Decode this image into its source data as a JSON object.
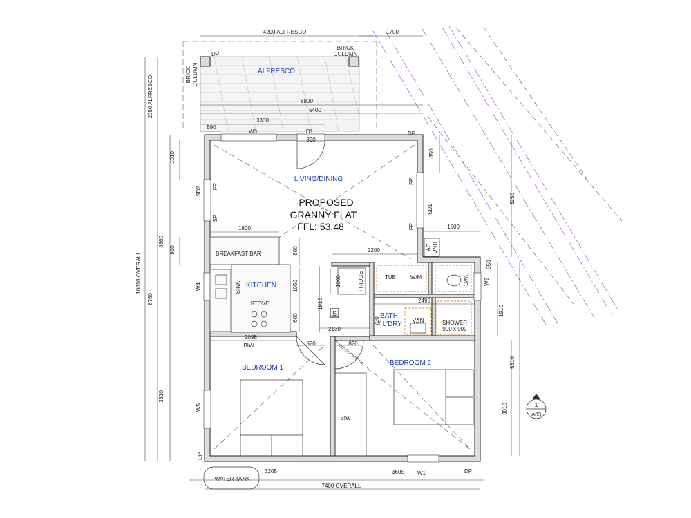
{
  "plan_title": [
    "PROPOSED",
    "GRANNY FLAT",
    "FFL: 53.48"
  ],
  "rooms": {
    "alfresco": "ALFRESCO",
    "living_dining": "LIVING/DINING",
    "kitchen": "KITCHEN",
    "bedroom1": "BEDROOM 1",
    "bedroom2": "BEDROOM 2",
    "bath_line1": "BATH",
    "bath_line2": "/ L'DRY"
  },
  "labels": {
    "brick_column_left": [
      "BRICK",
      "COLUMN"
    ],
    "brick_column_top": [
      "BRICK",
      "COLUMN"
    ],
    "dp": "DP",
    "fp": "FP",
    "sp": "SP",
    "breakfast_bar": "BREAKFAST BAR",
    "sink": "SINK",
    "stove": "STOVE",
    "fridge": "FRIDGE",
    "tub": "TUB",
    "wm": "W/M",
    "wc": "W/C",
    "van": "VΔN",
    "shower": "SHOWER",
    "shower_size": "900 x 900",
    "biw": "BIW",
    "ac_unit": [
      "AC",
      "UNIT"
    ],
    "water_tank": "WATER TANK",
    "s_symbol": "S",
    "section_number": "1",
    "section_sheet": "A03"
  },
  "windows_doors": {
    "w1": "W1",
    "w2": "W2",
    "w3": "W3",
    "w4": "W4",
    "w5": "W5",
    "d1": "D1",
    "sd1": "SD1",
    "sd2": "SD2"
  },
  "dimensions": {
    "d4200": "4200 ALFRESCO",
    "d1700": "1700",
    "d5900": "5900",
    "d5400": "5400",
    "d3300": "3300",
    "d590": "590",
    "d820a": "820",
    "d820b": "820",
    "d820c": "820",
    "d850": "850",
    "d3250": "3250",
    "d1500": "1500",
    "d350": "350",
    "d1800": "1800",
    "d2200": "2200",
    "d800": "800",
    "d1000": "1000",
    "d1050": "1050",
    "d1910a": "1910",
    "d600": "600",
    "d2495": "2495",
    "d720": "720",
    "d2130": "2130",
    "d2095": "2095",
    "d1910b": "1910",
    "d5510": "5510",
    "d3010": "3010",
    "d3205": "3205",
    "d3605": "3605",
    "d7400": "7400 OVERALL",
    "d2050": "2050 ALFRESCO",
    "d10810": "10810 OVERALL",
    "d1010": "1010",
    "d4860": "4860",
    "d950": "950",
    "d8760": "8760",
    "d3310": "3310"
  }
}
